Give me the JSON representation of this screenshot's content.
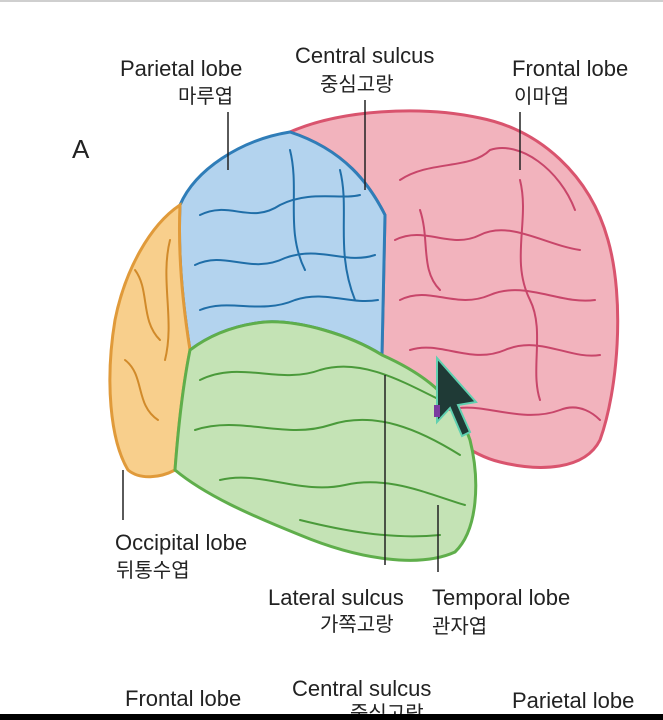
{
  "figure_letter": "A",
  "labels": {
    "parietal": {
      "en": "Parietal lobe",
      "ko": "마루엽"
    },
    "central": {
      "en": "Central sulcus",
      "ko": "중심고랑"
    },
    "frontal": {
      "en": "Frontal lobe",
      "ko": "이마엽"
    },
    "occipital": {
      "en": "Occipital lobe",
      "ko": "뒤통수엽"
    },
    "lateral": {
      "en": "Lateral sulcus",
      "ko": "가쪽고랑"
    },
    "temporal": {
      "en": "Temporal lobe",
      "ko": "관자엽"
    }
  },
  "next_figure_labels": {
    "frontal": "Frontal lobe",
    "central": "Central sulcus",
    "central_ko_partial": "중심고랑",
    "parietal": "Parietal lobe"
  },
  "colors": {
    "frontal": "#f2b3bd",
    "frontal_stroke": "#d9546e",
    "parietal": "#b3d3ee",
    "parietal_stroke": "#2f7db8",
    "occipital": "#f8cf8c",
    "occipital_stroke": "#e09a3a",
    "temporal": "#c4e3b5",
    "temporal_stroke": "#5fae4b",
    "cursor": "#1f3a36"
  }
}
